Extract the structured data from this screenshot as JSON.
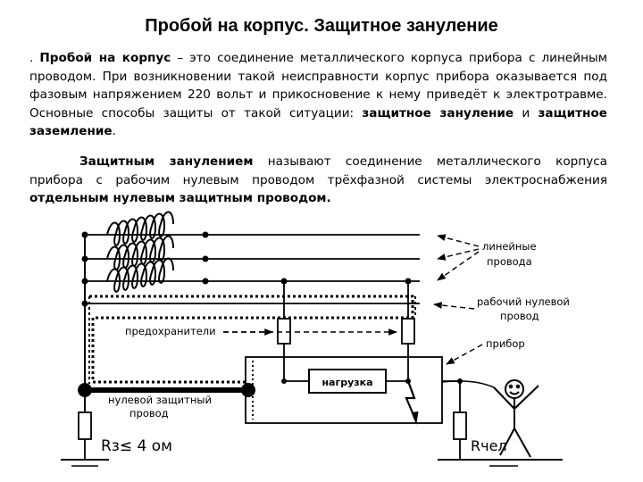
{
  "title": "Пробой на корпус. Защитное зануление",
  "paragraph1": {
    "lead": ". ",
    "term": "Пробой на корпус",
    "body": " – это соединение металлического корпуса прибора с линейным проводом. При возникновении такой неисправности корпус прибора оказывается под фазовым напряжением 220 вольт и прикосновение к нему приведёт к электротравме. Основные способы защиты от такой ситуации: ",
    "method1": "защитное зануление",
    "and": " и ",
    "method2": "защитное заземление",
    "end": "."
  },
  "paragraph2": {
    "term": "Защитным занулением",
    "body": " называют соединение металлического корпуса прибора с рабочим нулевым проводом трёхфазной системы электроснабжения ",
    "emph": "отдельным нулевым защитным проводом."
  },
  "diagram": {
    "labels": {
      "line_wires": [
        "линейные",
        "провода"
      ],
      "neutral_work": [
        "рабочий нулевой",
        "провод"
      ],
      "device": "прибор",
      "fuses": "предохранители",
      "load": "нагрузка",
      "pe_wire": [
        "нулевой защитный",
        "провод"
      ],
      "rz": "Rз≤ 4 ом",
      "rh": "Rчел"
    }
  }
}
